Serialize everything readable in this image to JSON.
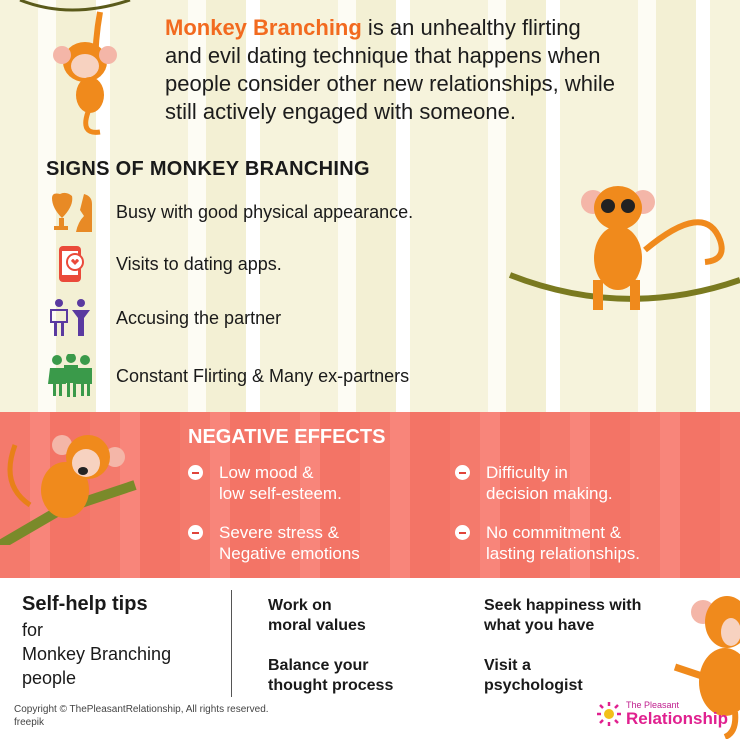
{
  "intro": {
    "highlight": "Monkey Branching",
    "line1_rest": " is an unhealthy flirting",
    "line2": "and evil dating technique that happens when",
    "line3": "people consider other new relationships, while",
    "line4": "still actively engaged with someone."
  },
  "signs": {
    "title": "SIGNS OF MONKEY BRANCHING",
    "items": [
      {
        "icon": "vanity-silhouette-icon",
        "text": "Busy with good physical appearance."
      },
      {
        "icon": "phone-heart-icon",
        "text": "Visits to dating apps."
      },
      {
        "icon": "accusing-people-icon",
        "text": "Accusing the partner"
      },
      {
        "icon": "group-people-icon",
        "text": "Constant Flirting & Many ex-partners"
      }
    ]
  },
  "negative": {
    "title": "NEGATIVE EFFECTS",
    "items": [
      {
        "line1": "Low mood &",
        "line2": "low self-esteem."
      },
      {
        "line1": "Difficulty in",
        "line2": "decision making."
      },
      {
        "line1": "Severe stress &",
        "line2": "Negative emotions"
      },
      {
        "line1": "No commitment &",
        "line2": "lasting relationships."
      }
    ]
  },
  "tips": {
    "heading": "Self-help tips",
    "sub1": "for",
    "sub2": "Monkey Branching",
    "sub3": "people",
    "items": [
      {
        "line1": "Work on",
        "line2": "moral values"
      },
      {
        "line1": "Seek happiness with",
        "line2": "what you have"
      },
      {
        "line1": "Balance your",
        "line2": "thought process"
      },
      {
        "line1": "Visit a",
        "line2": "psychologist"
      }
    ]
  },
  "footer": {
    "copyright": "Copyright © ThePleasantRelationship, All rights reserved.",
    "credit": "freepik",
    "logo_small": "The Pleasant",
    "logo_big": "Relationship"
  },
  "colors": {
    "accent": "#f26a1f",
    "negative_band": "#f47a6c",
    "logo": "#e0208f"
  }
}
